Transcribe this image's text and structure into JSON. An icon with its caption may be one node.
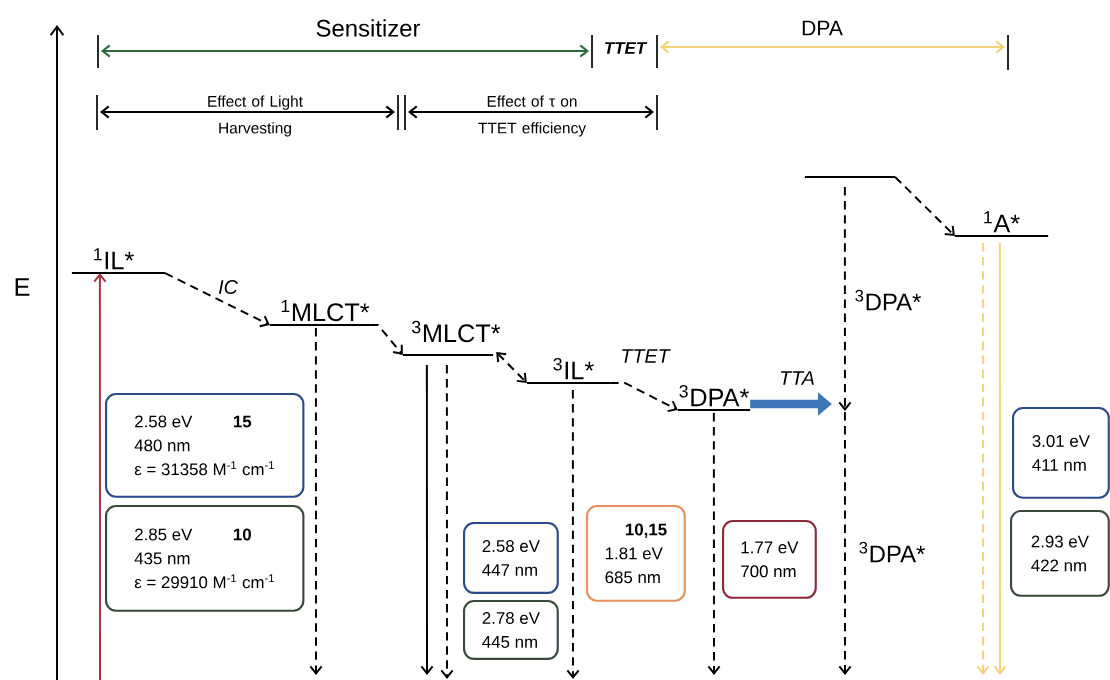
{
  "diagram": {
    "nodes": [
      {
        "text": [
          "$^{1}$IL*"
        ]
      },
      {
        "text": [
          "$^{1}$MLCT*"
        ]
      },
      {
        "text": [
          "$^{3}$MLCT*"
        ]
      },
      {
        "text": [
          "$^{3}$IL*"
        ]
      },
      {
        "text": [
          "$^{3}$DPA*"
        ]
      },
      {
        "text": [],
        "shape": "line"
      },
      {
        "text": [
          "$^{1}$A*"
        ]
      },
      {
        "text": [
          "2.58 eV",
          "15",
          "480 nm",
          "ε = 31358 M$^{-1}$ cm$^{-1}$"
        ]
      },
      {
        "text": [
          "2.85 eV",
          "10",
          "435 nm",
          "ε = 29910 M$^{-1}$ cm$^{-1}$"
        ]
      },
      {
        "text": [
          "2.58 eV",
          "447 nm"
        ]
      },
      {
        "text": [
          "2.78 eV",
          "445 nm"
        ]
      },
      {
        "text": [
          "10,15",
          "1.81 eV",
          "685 nm"
        ]
      },
      {
        "text": [
          "1.77 eV",
          "700 nm"
        ]
      },
      {
        "text": [
          "3.01 eV",
          "411 nm"
        ]
      },
      {
        "text": [
          "2.93 eV",
          "422 nm"
        ]
      }
    ],
    "edges": [
      {
        "from": 0,
        "to": 1,
        "arrow": "to",
        "style": "dashed",
        "label": "IC"
      },
      {
        "from": 1,
        "to": 2,
        "arrow": "to",
        "style": "dashed"
      },
      {
        "from": 2,
        "to": 3,
        "arrow": "both",
        "style": "dashed"
      },
      {
        "from": 3,
        "to": 4,
        "arrow": "to",
        "style": "dashed",
        "label": "TTET"
      },
      {
        "from": 4,
        "to": null,
        "arrow": "to",
        "style": "thick",
        "color": "#3c78b8",
        "label": "TTA"
      },
      {
        "from": 5,
        "to": 6,
        "arrow": "to",
        "style": "dashed"
      },
      {
        "from": 5,
        "to": null,
        "arrow": "to",
        "style": "dashed"
      },
      {
        "from": null,
        "to": 0,
        "arrow": "to",
        "color": "#a8333c"
      },
      {
        "from": 1,
        "to": null,
        "arrow": "to",
        "style": "dashed"
      },
      {
        "from": 2,
        "to": null,
        "arrow": "to"
      },
      {
        "from": 2,
        "to": null,
        "arrow": "to",
        "style": "dashed"
      },
      {
        "from": 3,
        "to": null,
        "arrow": "to",
        "style": "dashed"
      },
      {
        "from": 4,
        "to": null,
        "arrow": "to",
        "style": "dashed"
      },
      {
        "from": 6,
        "to": null,
        "arrow": "to",
        "style": "dashed",
        "color": "#f2d27a"
      },
      {
        "from": 6,
        "to": null,
        "arrow": "to",
        "color": "#f2d27a"
      }
    ],
    "labels": [
      "Sensitizer",
      "TTET",
      "DPA",
      "Effect of Light Harvesting",
      "Effect of τ on TTET efficiency",
      "E",
      "$^{3}$DPA*",
      "$^{3}$DPA*"
    ]
  }
}
